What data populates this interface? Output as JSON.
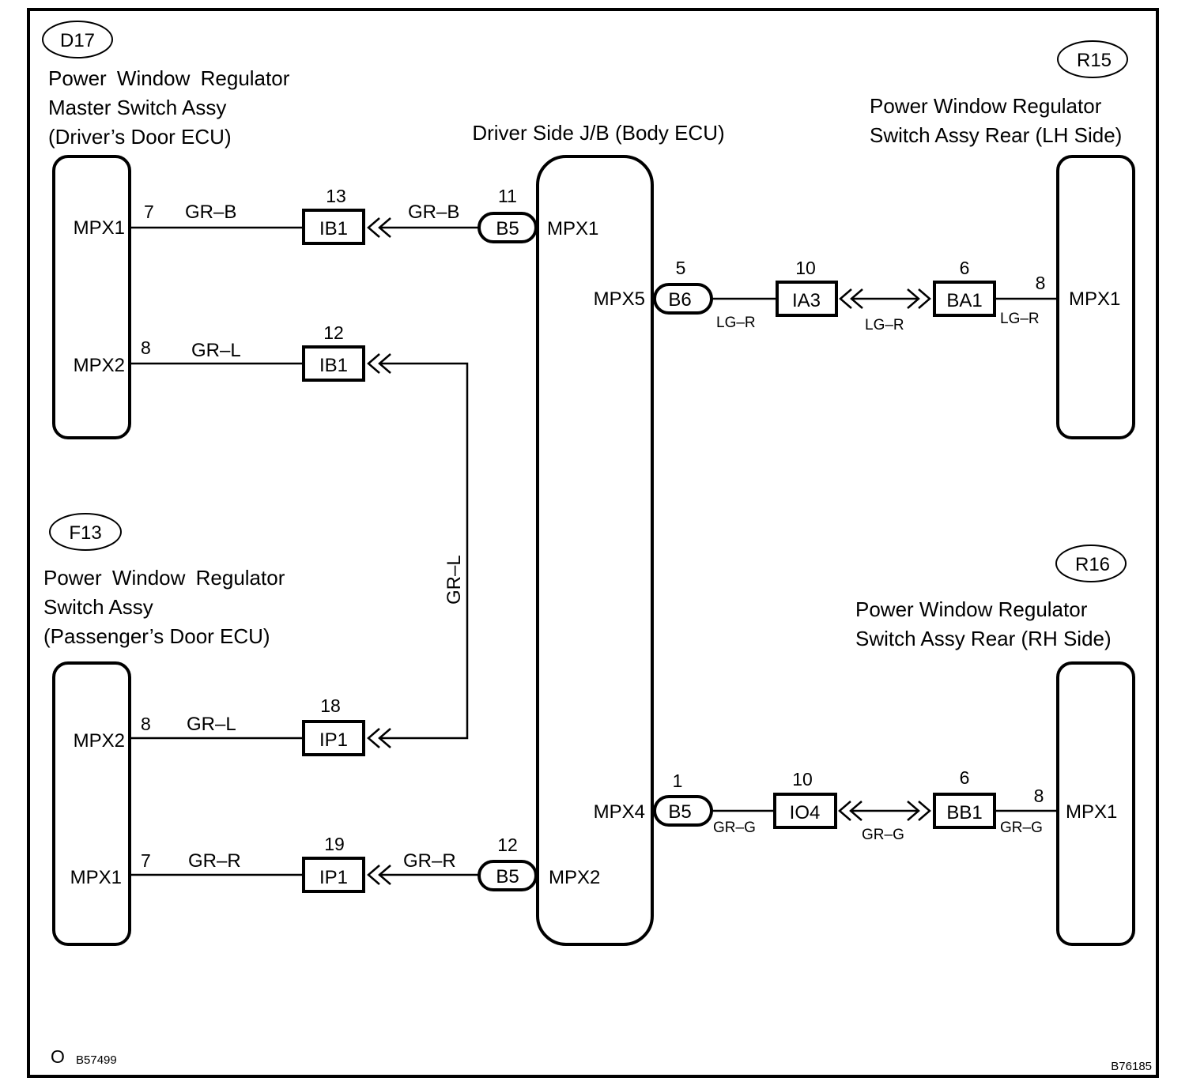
{
  "components": {
    "d17": {
      "code": "D17",
      "title_lines": [
        "Power  Window  Regulator",
        "Master Switch Assy",
        "(Driver’s Door ECU)"
      ],
      "pins": [
        {
          "name": "MPX1",
          "pin": "7"
        },
        {
          "name": "MPX2",
          "pin": "8"
        }
      ]
    },
    "f13": {
      "code": "F13",
      "title_lines": [
        "Power  Window  Regulator",
        "Switch Assy",
        "(Passenger’s Door ECU)"
      ],
      "pins": [
        {
          "name": "MPX2",
          "pin": "8"
        },
        {
          "name": "MPX1",
          "pin": "7"
        }
      ]
    },
    "jb": {
      "title": "Driver Side J/B (Body ECU)",
      "pins": [
        {
          "name": "MPX1",
          "connector": "B5",
          "pin": "11"
        },
        {
          "name": "MPX5",
          "connector": "B6",
          "pin": "5"
        },
        {
          "name": "MPX4",
          "connector": "B5",
          "pin": "1"
        },
        {
          "name": "MPX2",
          "connector": "B5",
          "pin": "12"
        }
      ]
    },
    "r15": {
      "code": "R15",
      "title_lines": [
        "Power Window Regulator",
        "Switch Assy Rear (LH Side)"
      ],
      "pins": [
        {
          "name": "MPX1",
          "pin": "8"
        }
      ]
    },
    "r16": {
      "code": "R16",
      "title_lines": [
        "Power Window Regulator",
        "Switch Assy Rear (RH Side)"
      ],
      "pins": [
        {
          "name": "MPX1",
          "pin": "8"
        }
      ]
    }
  },
  "junctions": {
    "ib1_13": {
      "name": "IB1",
      "pin": "13"
    },
    "ib1_12": {
      "name": "IB1",
      "pin": "12"
    },
    "ip1_18": {
      "name": "IP1",
      "pin": "18"
    },
    "ip1_19": {
      "name": "IP1",
      "pin": "19"
    },
    "ia3": {
      "name": "IA3",
      "pin": "10"
    },
    "ba1": {
      "name": "BA1",
      "pin": "6"
    },
    "io4": {
      "name": "IO4",
      "pin": "10"
    },
    "bb1": {
      "name": "BB1",
      "pin": "6"
    }
  },
  "wires": {
    "d17_mpx1_a": "GR–B",
    "d17_mpx1_b": "GR–B",
    "d17_mpx2": "GR–L",
    "vertical_link": "GR–L",
    "f13_mpx2": "GR–L",
    "f13_mpx1_a": "GR–R",
    "f13_mpx1_b": "GR–R",
    "r15_a": "LG–R",
    "r15_b": "LG–R",
    "r15_c": "LG–R",
    "r16_a": "GR–G",
    "r16_b": "GR–G",
    "r16_c": "GR–G"
  },
  "footer": {
    "left_mark": "O",
    "left_code": "B57499",
    "right_code": "B76185"
  }
}
